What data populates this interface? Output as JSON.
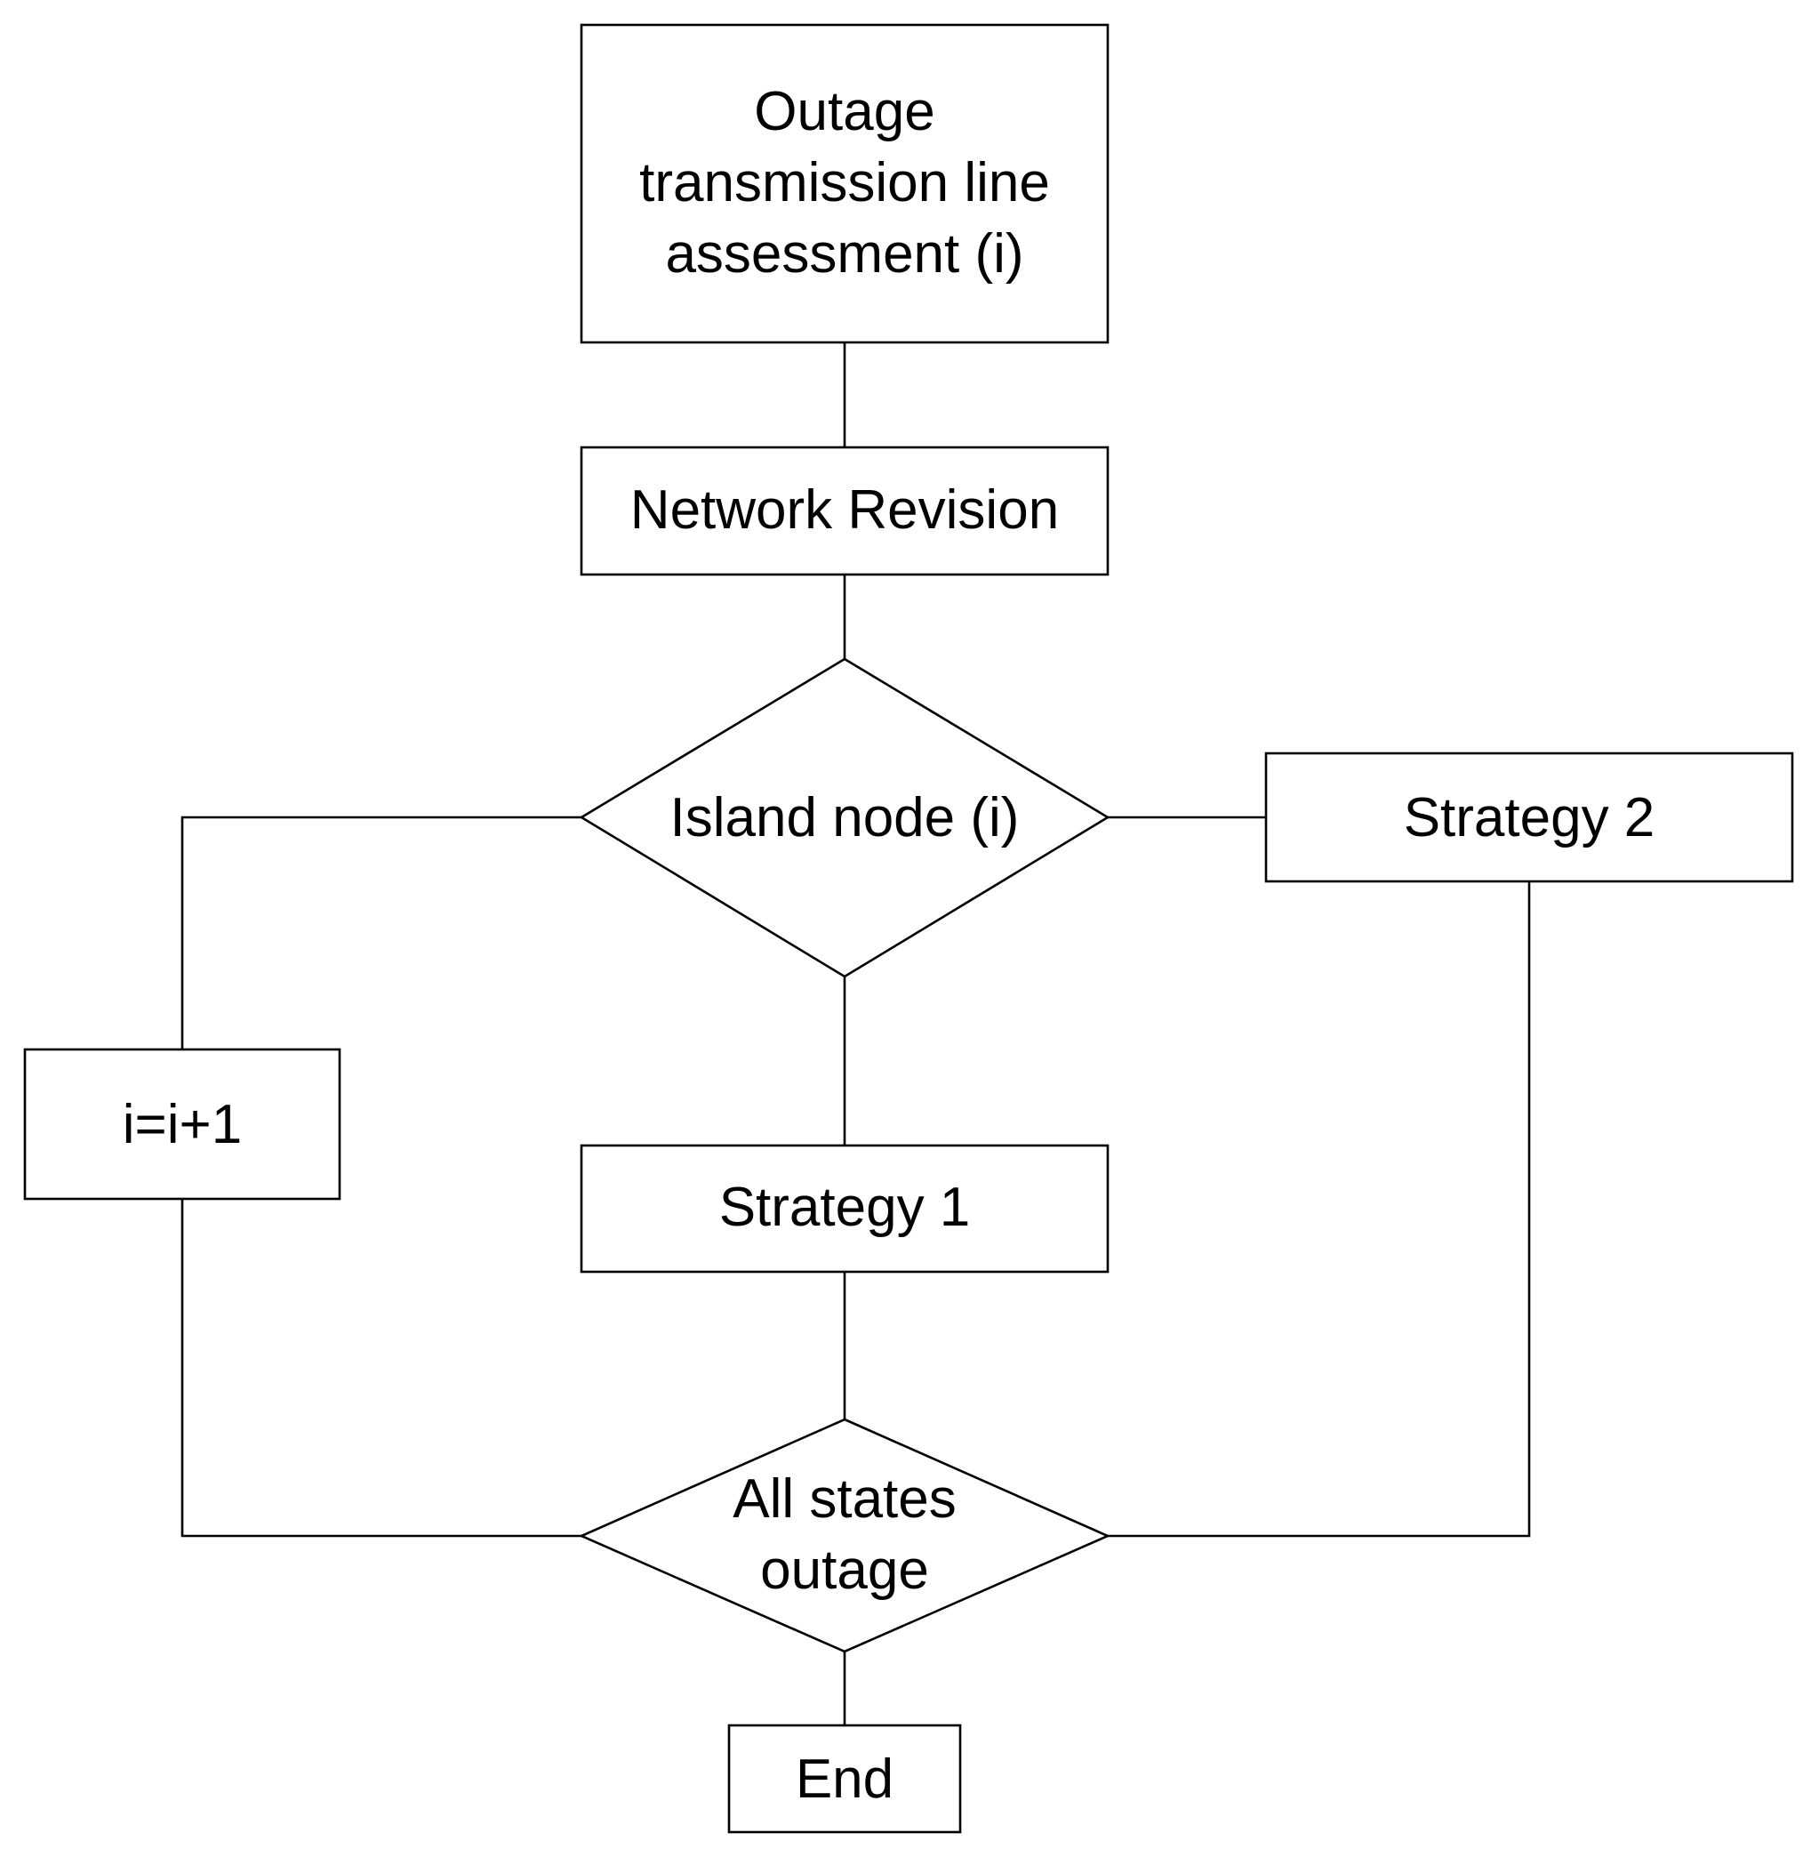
{
  "diagram": {
    "nodes": {
      "outage_assessment": {
        "lines": [
          "Outage",
          "transmission line",
          "assessment (i)"
        ]
      },
      "network_revision": {
        "lines": [
          "Network Revision"
        ]
      },
      "island_node": {
        "lines": [
          "Island node (i)"
        ]
      },
      "strategy_2": {
        "lines": [
          "Strategy 2"
        ]
      },
      "increment": {
        "lines": [
          "i=i+1"
        ]
      },
      "strategy_1": {
        "lines": [
          "Strategy 1"
        ]
      },
      "all_states_outage": {
        "lines": [
          "All states",
          "outage"
        ]
      },
      "end": {
        "lines": [
          "End"
        ]
      }
    },
    "colors": {
      "stroke": "#000000",
      "fill": "#ffffff",
      "text": "#000000"
    }
  }
}
